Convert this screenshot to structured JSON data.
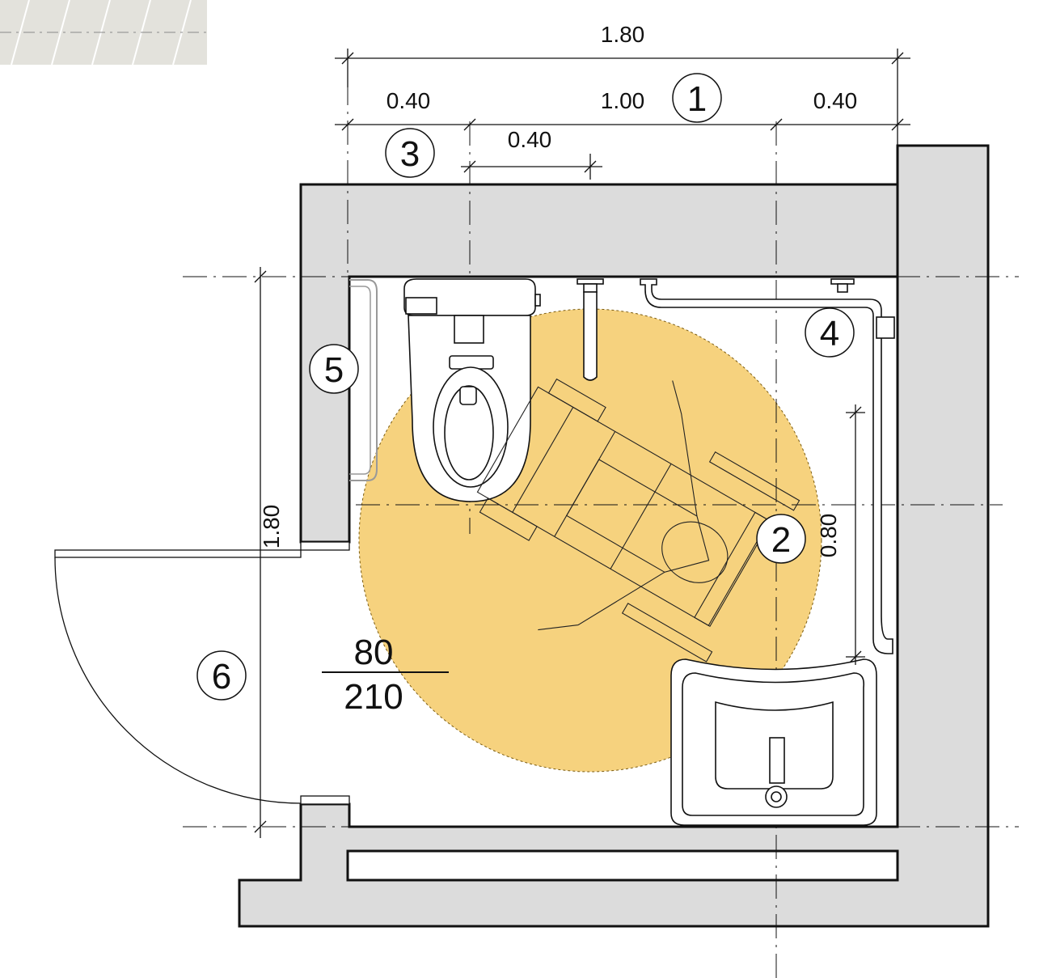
{
  "dimensions": {
    "overall_width": "1.80",
    "left_clearance": "0.40",
    "middle_span": "1.00",
    "right_clearance": "0.40",
    "wc_offset": "0.40",
    "overall_depth": "1.80",
    "grab_rail_length": "0.80"
  },
  "markers": [
    "1",
    "2",
    "3",
    "4",
    "5",
    "6"
  ],
  "door_label": {
    "width": "80",
    "height": "210"
  },
  "colors": {
    "turning_circle": "#f6d27e",
    "wall_fill": "#dcdcdc",
    "line": "#111111"
  }
}
